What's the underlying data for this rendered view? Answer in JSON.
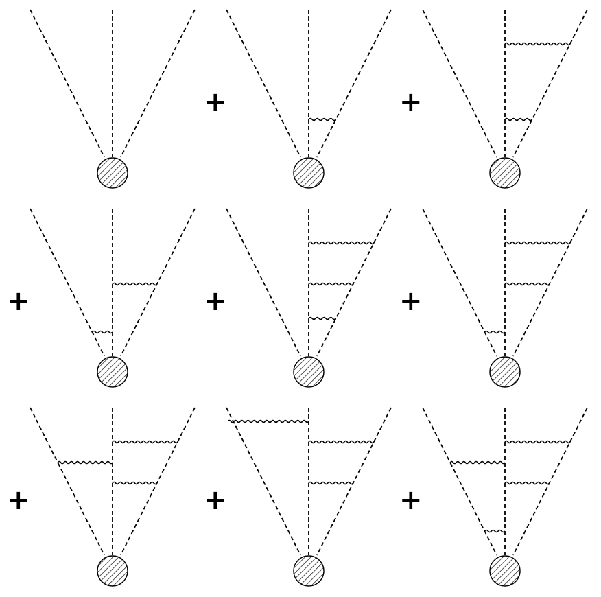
{
  "plus_sign": "+",
  "diagrams": [
    {
      "id": "d1",
      "photons": []
    },
    {
      "id": "d2",
      "photons": [
        "short"
      ]
    },
    {
      "id": "d3",
      "photons": [
        "short",
        "long"
      ]
    },
    {
      "id": "d4",
      "photons": [
        "left-short",
        "medium"
      ]
    },
    {
      "id": "d5",
      "photons": [
        "short",
        "medium",
        "long"
      ]
    },
    {
      "id": "d6",
      "photons": [
        "left-short",
        "medium",
        "long"
      ]
    },
    {
      "id": "d7",
      "photons": [
        "left-long",
        "medium",
        "long"
      ]
    },
    {
      "id": "d8",
      "photons": [
        "left-full",
        "medium",
        "long"
      ]
    },
    {
      "id": "d9",
      "photons": [
        "left-short",
        "left-long",
        "medium",
        "long"
      ]
    }
  ]
}
